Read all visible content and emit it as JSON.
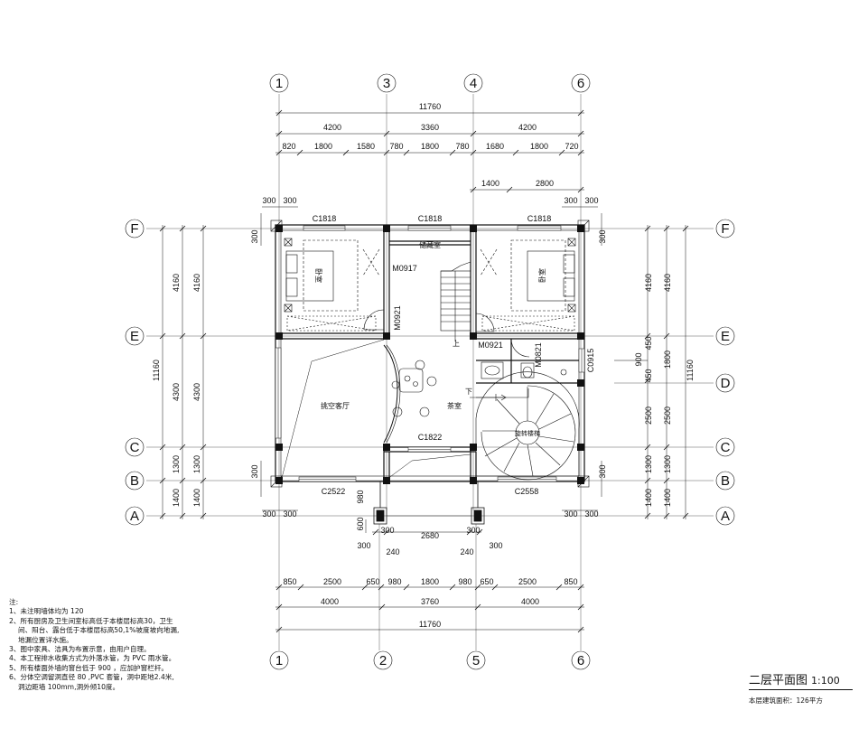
{
  "grid": {
    "top_axes": [
      "1",
      "3",
      "4",
      "6"
    ],
    "bottom_axes": [
      "1",
      "2",
      "5",
      "6"
    ],
    "left_rows": [
      "F",
      "E",
      "C",
      "B",
      "A"
    ],
    "right_rows": [
      "F",
      "E",
      "D",
      "C",
      "B",
      "A"
    ]
  },
  "dims": {
    "top_total": "11760",
    "top_mid": [
      "4200",
      "3360",
      "4200"
    ],
    "top_detail": [
      "820",
      "1800",
      "1580",
      "780",
      "1800",
      "780",
      "1680",
      "1800",
      "720"
    ],
    "top_stair": [
      "1400",
      "2800"
    ],
    "corner_300": "300",
    "left_inner": [
      "4160",
      "4300",
      "1300",
      "1400"
    ],
    "left_outer": [
      "4160",
      "4300",
      "1300",
      "1400"
    ],
    "left_total": "11160",
    "right_inner": [
      "4160",
      "1800",
      "2500",
      "1300",
      "1400"
    ],
    "right_outer": [
      "4160",
      "2500",
      "1300",
      "1400"
    ],
    "right_small": [
      "450",
      "900",
      "450"
    ],
    "right_total": "11160",
    "porch": [
      "980",
      "600",
      "300",
      "2680",
      "300",
      "240",
      "240",
      "300",
      "300"
    ],
    "bottom_detail": [
      "850",
      "2500",
      "650",
      "980",
      "1800",
      "980",
      "650",
      "2500",
      "850"
    ],
    "bottom_mid": [
      "4000",
      "3760",
      "4000"
    ],
    "bottom_total": "11760"
  },
  "labels": {
    "windows": [
      "C1818",
      "C1818",
      "C1818",
      "C1822",
      "C2522",
      "C2558",
      "C0915"
    ],
    "doors": [
      "M0917",
      "M0921",
      "M0921",
      "M0821"
    ],
    "rooms": {
      "bedroom_left": "卧室",
      "bedroom_right": "卧室",
      "storage": "储藏室",
      "living": "挑空客厅",
      "tea": "茶室",
      "spiral": "旋转楼梯",
      "stair_down": "下",
      "stair_up": "上"
    }
  },
  "notes": {
    "heading": "注:",
    "lines": [
      "1、未注明墙体均为 120",
      "2、所有厨房及卫生间室标高低于本楼层标高30，卫生",
      "间、阳台、露台低于本楼层标高50,1%坡度坡向地漏,",
      "地漏位置详水施。",
      "3、图中家具、洁具为布置示意，由用户自理。",
      "4、本工程排水收集方式为外落水管，为 PVC 雨水管。",
      "5、所有楼面外墙的窗台低于 900 ，应加护窗栏杆。",
      "6、分体空调留洞直径 80 ,PVC 套管，洞中距地2.4米,",
      "洞边距墙 100mm,洞外倾10度。"
    ]
  },
  "title": {
    "main": "二层平面图",
    "scale": "1:100",
    "sub": "本层建筑面积：126平方"
  }
}
